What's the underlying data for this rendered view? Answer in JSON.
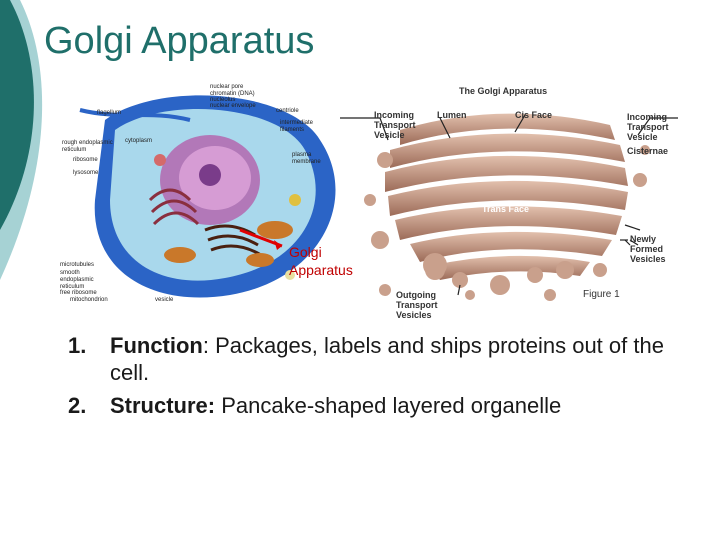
{
  "slide": {
    "title": "Golgi Apparatus",
    "callout": [
      "Golgi",
      "Apparatus"
    ],
    "cell_labels": [
      "flagellum",
      "nuclear pore",
      "chromatin (DNA)",
      "nucleolus",
      "nuclear envelope",
      "centriole",
      "intermediate filaments",
      "cytoplasm",
      "rough endoplasmic reticulum",
      "ribosome",
      "lysosome",
      "plasma membrane",
      "microtubules",
      "smooth endoplasmic reticulum",
      "free ribosome",
      "mitochondrion",
      "vesicle"
    ],
    "golgi_figure": {
      "heading": "The Golgi Apparatus",
      "labels": [
        "Incoming Transport Vesicle",
        "Lumen",
        "Cis Face",
        "Incoming Transport Vesicle",
        "Cisternae",
        "Trans Face",
        "Newly Formed Vesicles",
        "Outgoing Transport Vesicles",
        "Figure 1"
      ]
    },
    "points": [
      {
        "num": "1.",
        "term": "Function",
        "colon": ":",
        "text": "  Packages, labels and ships proteins out of the cell."
      },
      {
        "num": "2.",
        "term": "Structure:",
        "colon": "",
        "text": " Pancake-shaped layered organelle"
      }
    ]
  }
}
